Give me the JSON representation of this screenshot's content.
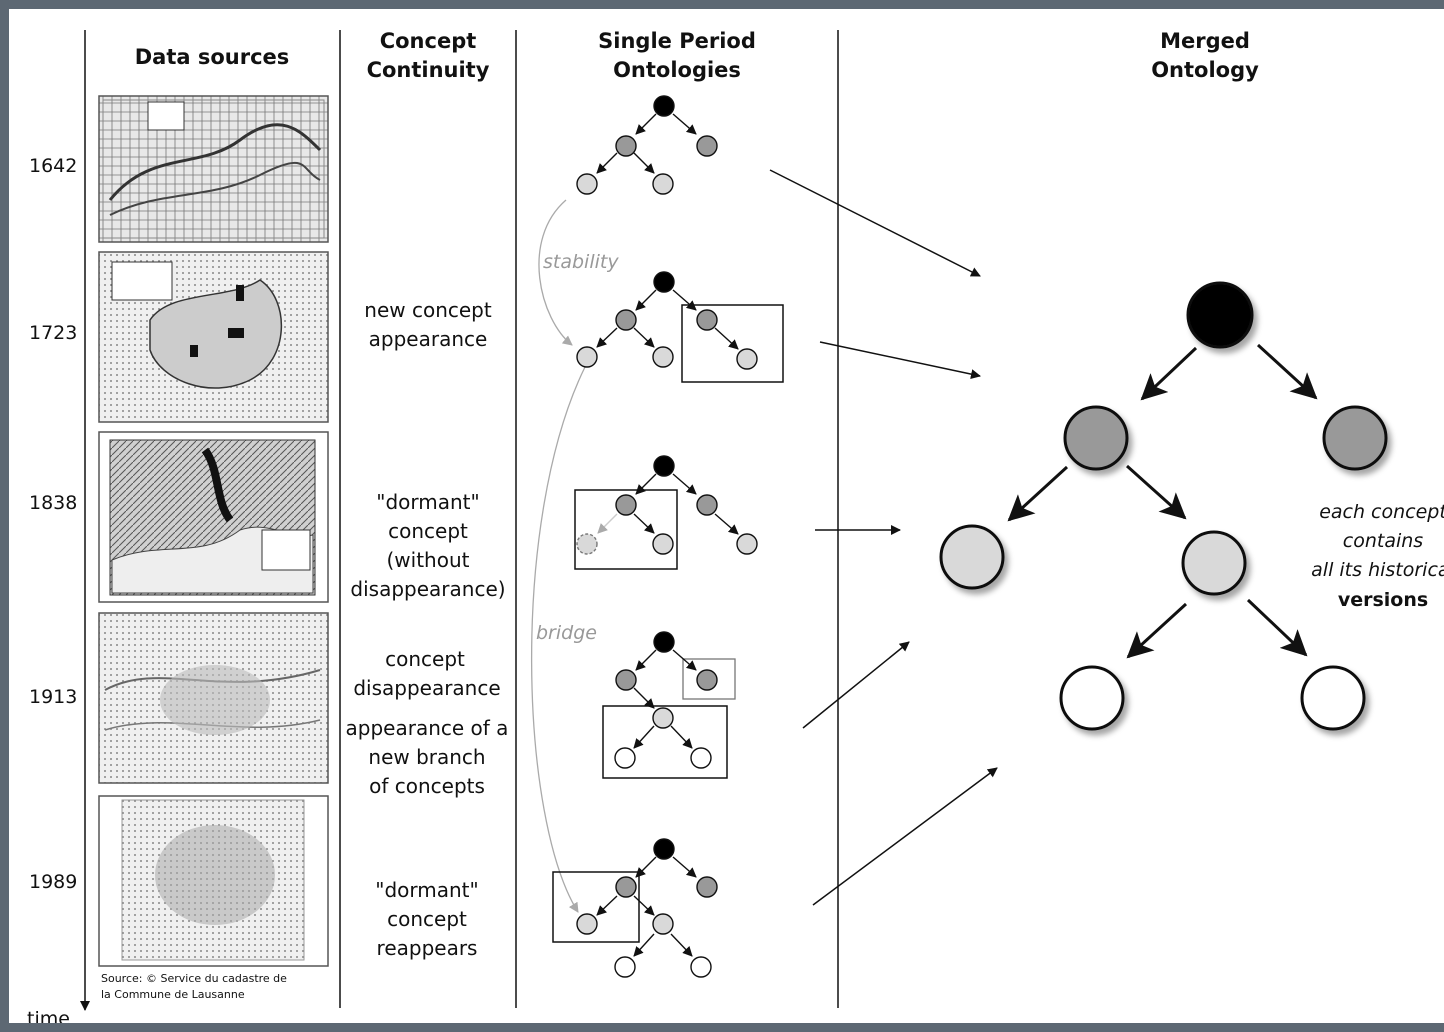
{
  "headers": {
    "data_sources": "Data sources",
    "concept_continuity": [
      "Concept",
      "Continuity"
    ],
    "single_period": [
      "Single Period",
      "Ontologies"
    ],
    "merged": [
      "Merged",
      "Ontology"
    ]
  },
  "years": [
    "1642",
    "1723",
    "1838",
    "1913",
    "1989"
  ],
  "time_label": "time",
  "source_note": [
    "Source: © Service du cadastre de",
    "la Commune de Lausanne"
  ],
  "continuity": {
    "new_concept": [
      "new concept",
      "appearance"
    ],
    "dormant": [
      "\"dormant\"",
      "concept",
      "(without",
      "disappearance)"
    ],
    "disappearance": [
      "concept",
      "disappearance"
    ],
    "new_branch": [
      "appearance of a",
      "new branch",
      "of concepts"
    ],
    "reappears": [
      "\"dormant\"",
      "concept",
      "reappears"
    ]
  },
  "annotations": {
    "stability": "stability",
    "bridge": "bridge"
  },
  "merged_note": [
    "each concept",
    "contains",
    "all its historical",
    "versions"
  ],
  "colors": {
    "root": "#000000",
    "level1": "#999999",
    "level2": "#d9d9d9",
    "level3": "#ffffff",
    "annotation": "#999999"
  }
}
